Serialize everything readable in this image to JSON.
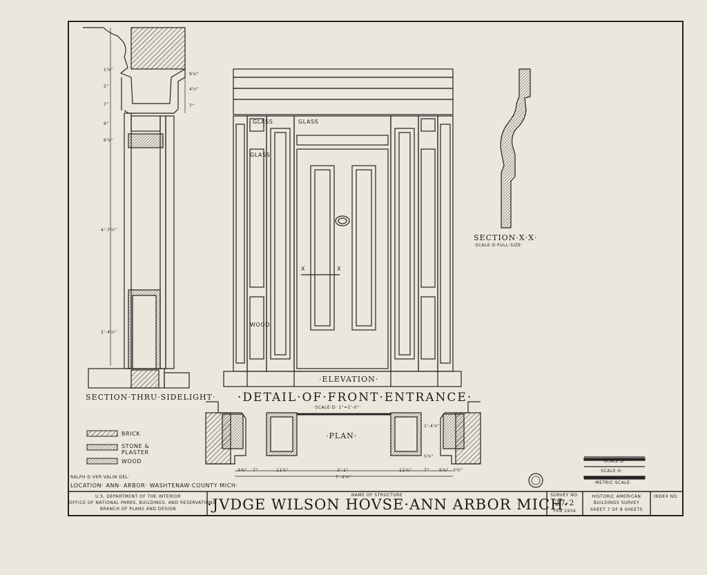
{
  "drawing": {
    "section_sidelight": "SECTION·THRU·SIDELIGHT·",
    "detail_title": "·DETAIL·OF·FRONT·ENTRANCE·",
    "detail_scale": "·SCALE·D· 1\"=1'-0\"·",
    "elevation_label": "·ELEVATION·",
    "plan_label": "·PLAN·",
    "section_xx": "SECTION·X·X·",
    "section_xx_scale": "·SCALE·G·FULL·SIZE·",
    "glass_labels": [
      "GLASS",
      "GLASS",
      "GLASS"
    ],
    "wood_label": "WOOD",
    "x_marks": [
      "X",
      "X"
    ],
    "side_dimensions": [
      "1⅜\"",
      "5\"",
      "7\"",
      "9⅛\"",
      "4½\"",
      "7\"",
      "9\"",
      "6⅝\"",
      "4'-7½\"",
      "2'-4½\""
    ],
    "plan_dimensions": [
      "3⅜\"",
      "7\"",
      "11⅞\"",
      "3'-1\"",
      "7'-2¼\"",
      "11⅞\"",
      "7\"",
      "5⅜\"",
      "1'-4⅞\"",
      "5⅜\"",
      "3⅜\""
    ]
  },
  "legend": {
    "items": [
      {
        "label": "BRICK"
      },
      {
        "label": "STONE & PLASTER"
      },
      {
        "label": "WOOD"
      }
    ]
  },
  "scales": [
    "·SCALE·D·",
    "·SCALE·G·",
    "·METRIC·SCALE·"
  ],
  "title_block": {
    "delineator": "RALPH·D·VER·VALIN·DEL·",
    "location": "LOCATION· ANN· ARBOR· WASHTENAW·COUNTY·MICH·",
    "agency_line1": "U.S. DEPARTMENT OF THE INTERIOR",
    "agency_line2": "OFFICE OF NATIONAL PARKS, BUILDINGS, AND RESERVATIONS",
    "agency_line3": "BRANCH OF PLANS AND DESIGN",
    "structure_caption": "NAME OF STRUCTURE",
    "structure_name": "·JVDGE WILSON HOVSE·ANN ARBOR MICH·",
    "survey_caption": "SURVEY NO.",
    "survey_no": "27-2",
    "survey_date": "FEB·1934",
    "habs_line1": "HISTORIC AMERICAN",
    "habs_line2": "BUILDINGS SURVEY",
    "sheet_text": "SHEET 7 OF 8 SHEETS",
    "index_caption": "INDEX NO."
  }
}
